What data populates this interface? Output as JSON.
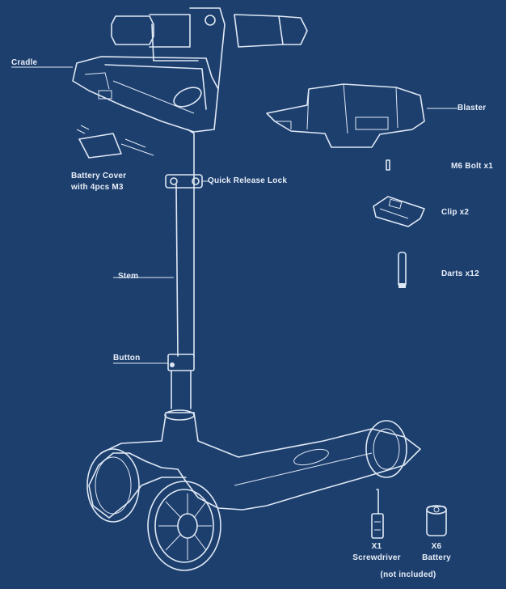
{
  "labels": {
    "cradle": "Cradle",
    "blaster": "Blaster",
    "battery_cover_1": "Battery Cover",
    "battery_cover_2": "with 4pcs M3",
    "quick_release": "Quick Release Lock",
    "m6_bolt": "M6 Bolt x1",
    "clip": "Clip x2",
    "darts": "Darts x12",
    "stem": "Stem",
    "button": "Button",
    "screwdriver_qty": "X1",
    "screwdriver": "Screwdriver",
    "battery_qty": "X6",
    "battery": "Battery",
    "not_included": "(not included)"
  },
  "colors": {
    "background": "#1d3f6e",
    "line": "#dfe8f4"
  }
}
